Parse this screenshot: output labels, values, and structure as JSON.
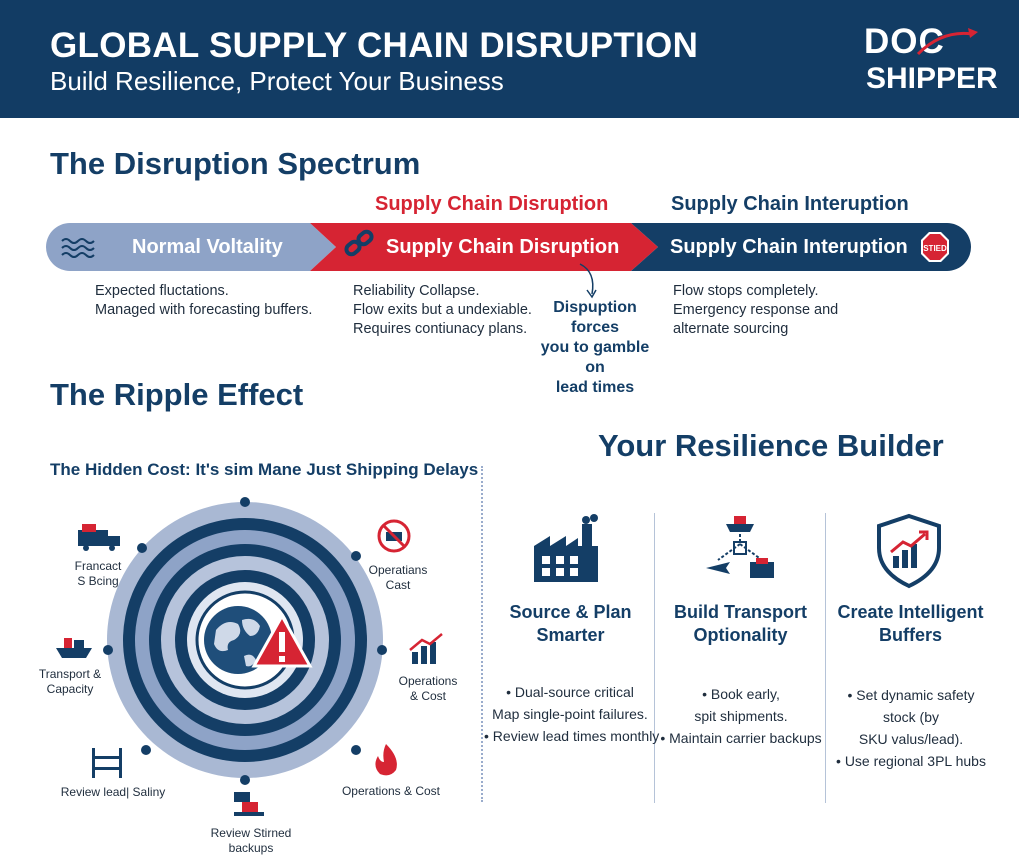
{
  "header": {
    "title": "GLOBAL SUPPLY CHAIN DISRUPTION",
    "subtitle": "Build Resilience, Protect Your Business",
    "logo_top": "DOC",
    "logo_bottom": "SHIPPER"
  },
  "spectrum": {
    "title": "The Disruption Spectrum",
    "heads": [
      "Supply Chain Disruption",
      "Supply Chain Interuption"
    ],
    "segments": [
      {
        "label": "Normal Voltality",
        "icon": "waves-icon",
        "color": "#8ea3c7"
      },
      {
        "label": "Supply Chain Disruption",
        "icon": "broken-link-icon",
        "color": "#d62433"
      },
      {
        "label": "Supply Chain Interuption",
        "icon": "stop-sign-icon",
        "color": "#143e66"
      }
    ],
    "stop_text": "STIED",
    "descriptions": [
      [
        "Expected fluctations.",
        "Managed with forecasting buffers."
      ],
      [
        "Reliability Collapse.",
        "Flow exits but a undexiable.",
        "Requires contiunacy plans."
      ],
      [
        "Flow stops completely.",
        "Emergency response and",
        "alternate sourcing"
      ]
    ],
    "callout": [
      "Dispuption forces",
      "you to gamble on",
      "lead times"
    ]
  },
  "ripple": {
    "title": "The Ripple Effect",
    "subtitle": "The Hidden Cost: It's sim Mane Just Shipping Delays",
    "labels": [
      [
        "Francact",
        "S Bcing"
      ],
      [
        "Operatians",
        "Cast"
      ],
      [
        "Transport &",
        "Capacity"
      ],
      [
        "Operations",
        "& Cost"
      ],
      [
        "Review lead| Saliny"
      ],
      [
        "Operations & Cost"
      ],
      [
        "Review Stirned",
        "backups"
      ]
    ]
  },
  "resilience": {
    "title": "Your Resilience Builder",
    "columns": [
      {
        "title": [
          "Source & Plan",
          "Smarter"
        ],
        "icon": "factory-icon",
        "bullets": [
          "• Dual-source critical",
          "Map single-point failures.",
          "• Review lead times monthly"
        ]
      },
      {
        "title": [
          "Build Transport",
          "Optionality"
        ],
        "icon": "transport-network-icon",
        "bullets": [
          "• Book early,",
          "spit shipments.",
          "• Maintain carrier backups"
        ]
      },
      {
        "title": [
          "Create Intelligent",
          "Buffers"
        ],
        "icon": "shield-chart-icon",
        "bullets": [
          "• Set dynamic safety",
          "stock (by",
          "SKU valus/lead).",
          "• Use regional 3PL hubs"
        ]
      }
    ]
  },
  "colors": {
    "navy": "#143e66",
    "red": "#d62433",
    "slate": "#8ea3c7"
  }
}
